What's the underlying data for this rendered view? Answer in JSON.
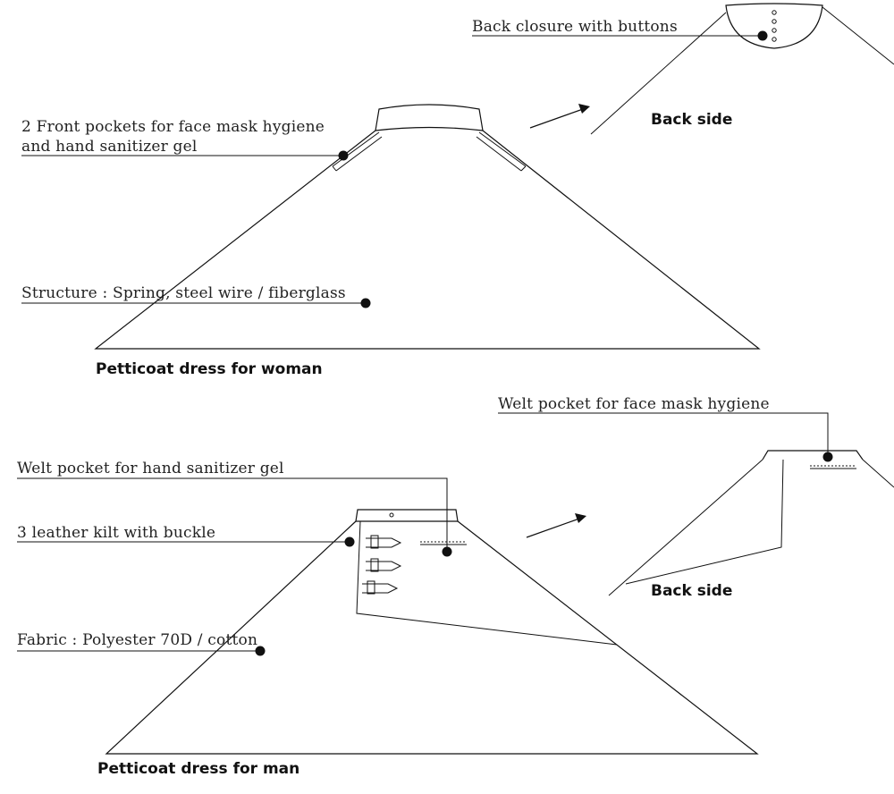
{
  "woman": {
    "callout_pockets_line1": "2 Front pockets  for face mask hygiene",
    "callout_pockets_line2": "and hand sanitizer gel",
    "callout_structure": "Structure : Spring, steel wire / fiberglass",
    "callout_back_closure": "Back closure with buttons",
    "back_label": "Back side",
    "caption": "Petticoat dress for woman"
  },
  "man": {
    "callout_welt_mask": "Welt pocket for face mask hygiene",
    "callout_welt_gel": "Welt pocket for hand sanitizer gel",
    "callout_kilt": "3 leather kilt with buckle",
    "callout_fabric": "Fabric : Polyester 70D / cotton",
    "back_label": "Back side",
    "caption": "Petticoat dress for man"
  }
}
